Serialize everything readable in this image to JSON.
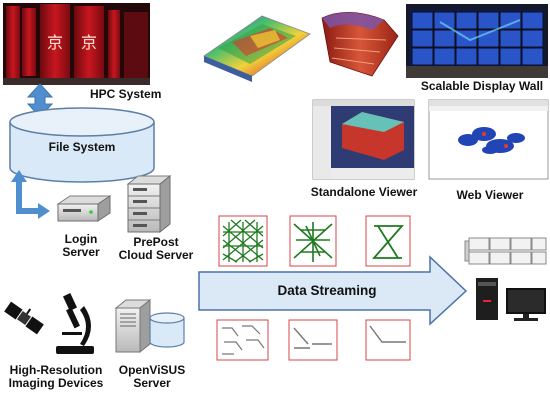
{
  "labels": {
    "hpc_system": "HPC System",
    "file_system": "File System",
    "login_server": [
      "Login",
      "Server"
    ],
    "prepost_server": [
      "PrePost",
      "Cloud Server"
    ],
    "scalable_display_wall": "Scalable Display Wall",
    "standalone_viewer": "Standalone Viewer",
    "web_viewer": "Web Viewer",
    "data_streaming": "Data Streaming",
    "imaging_devices": [
      "High-Resolution",
      "Imaging Devices"
    ],
    "openvisus_server": [
      "OpenViSUS",
      "Server"
    ]
  },
  "colors": {
    "cylinder_fill": "#d9e9f7",
    "cylinder_stroke": "#5b7fa6",
    "arrow_fill": "#dbe8f6",
    "arrow_stroke": "#4a72a8",
    "connector_blue": "#4f8fd0",
    "hpc_red": "#b3121a",
    "wall_blue": "#2a55c8",
    "octree_green": "#1f7a1f",
    "octree_red": "#d64545"
  },
  "icons": {
    "hpc": "supercomputer-rack-photo",
    "login": "server-box-icon",
    "prepost": "server-stack-icon",
    "satellite": "satellite-icon",
    "microscope": "microscope-icon",
    "openvisus": "tower-server-icon",
    "display_wall": "display-wall-photo",
    "workstation": "desktop-workstation-icon"
  }
}
